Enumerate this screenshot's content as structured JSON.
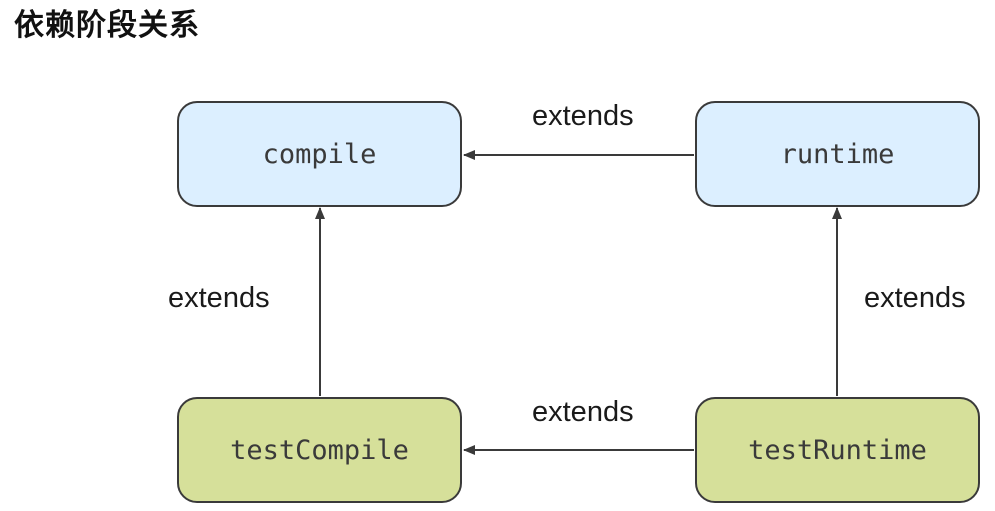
{
  "title": "依赖阶段关系",
  "nodes": {
    "compile": "compile",
    "runtime": "runtime",
    "test_compile": "testCompile",
    "test_runtime": "testRuntime"
  },
  "edges": {
    "runtime_to_compile": "extends",
    "testcompile_to_compile": "extends",
    "testruntime_to_runtime": "extends",
    "testruntime_to_testcompile": "extends"
  },
  "colors": {
    "main_node_fill": "#dcefff",
    "test_node_fill": "#d6e09a",
    "stroke": "#3a3a3a"
  }
}
